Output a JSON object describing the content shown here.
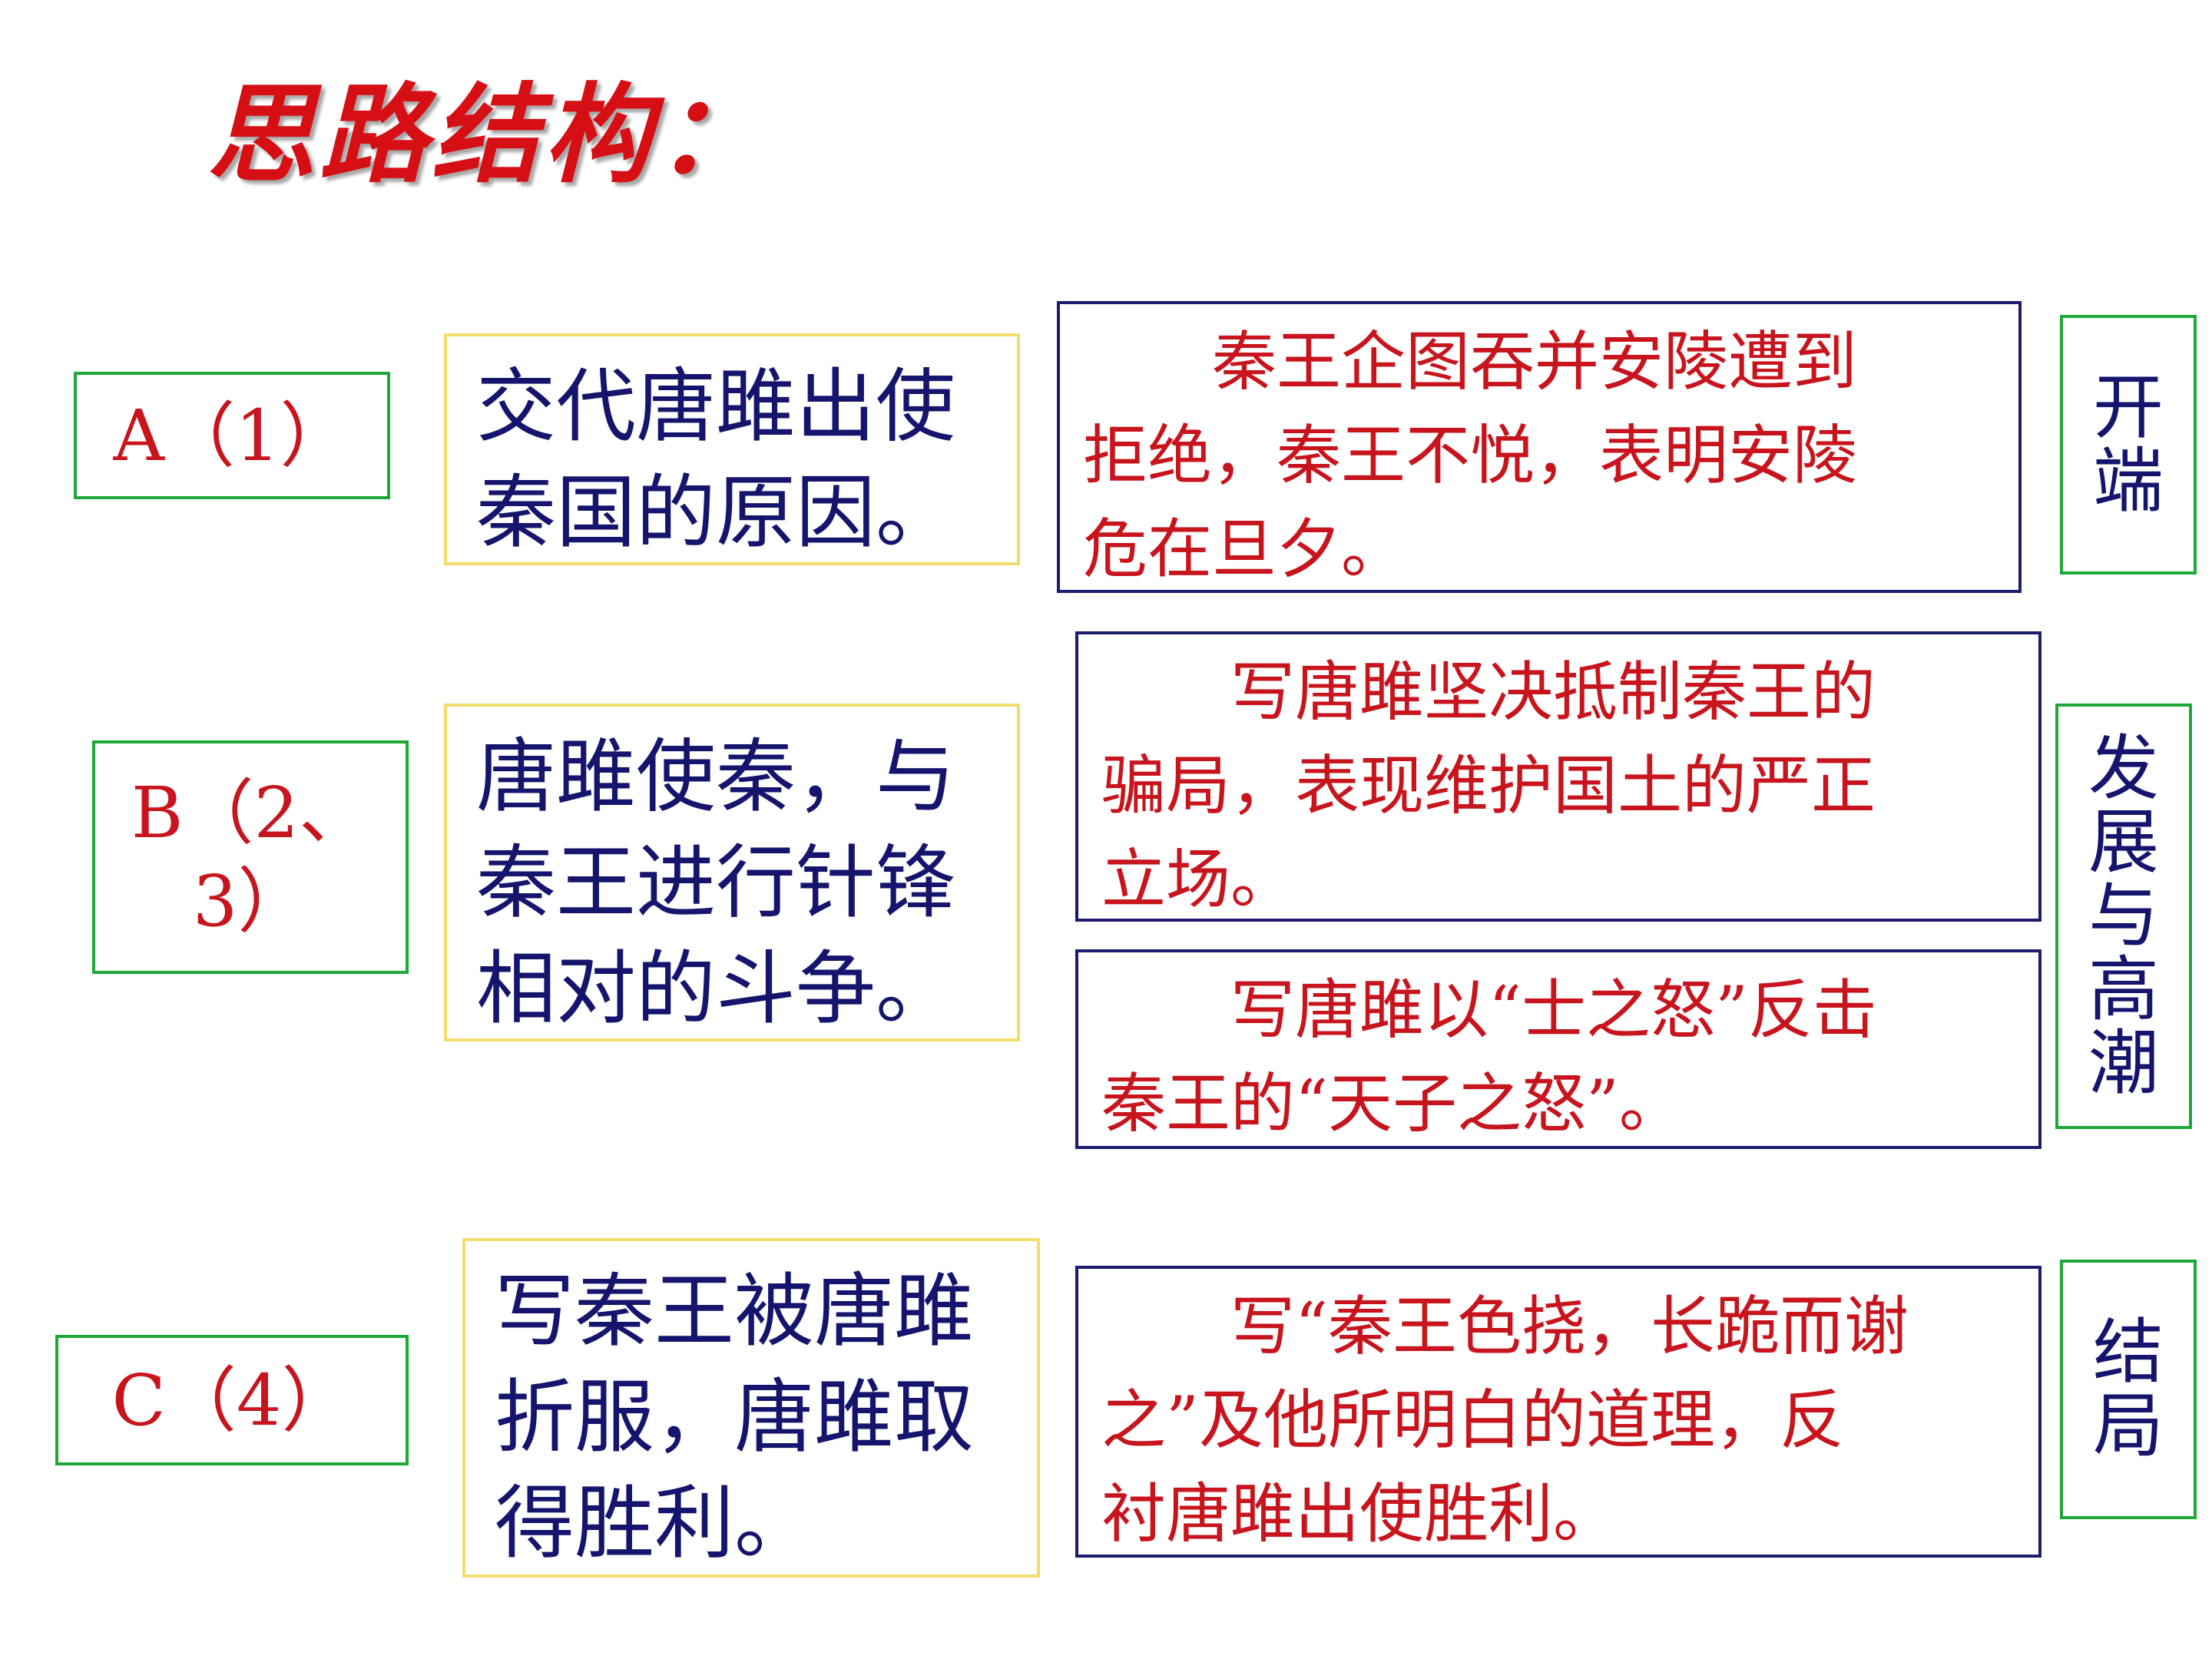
{
  "title": "思路结构：",
  "rows": [
    {
      "label": [
        "A（1）"
      ],
      "summary": [
        "交代唐雎出使",
        "秦国的原因。"
      ],
      "details": [
        [
          "秦王企图吞并安陵遭到",
          "拒绝，秦王不悦，表明安陵",
          "危在旦夕。"
        ]
      ]
    },
    {
      "label": [
        "B（2、",
        "3）"
      ],
      "summary": [
        "唐雎使秦，与",
        "秦王进行针锋",
        "相对的斗争。"
      ],
      "details": [
        [
          "写唐雎坚决抵制秦王的",
          "骗局，表现维护国土的严正",
          "立场。"
        ],
        [
          "写唐雎以“士之怒”反击",
          "秦王的“天子之怒”。"
        ]
      ]
    },
    {
      "label": [
        "C（4）"
      ],
      "summary": [
        "写秦王被唐雎",
        "折服，唐雎取",
        "得胜利。"
      ],
      "details": [
        [
          "写“秦王色挠，长跪而谢",
          "之”及他所明白的道理，反",
          "衬唐雎出使胜利。"
        ]
      ]
    }
  ],
  "stages": [
    [
      "开",
      "端"
    ],
    [
      "发",
      "展",
      "与",
      "高",
      "潮"
    ],
    [
      "结",
      "局"
    ]
  ]
}
